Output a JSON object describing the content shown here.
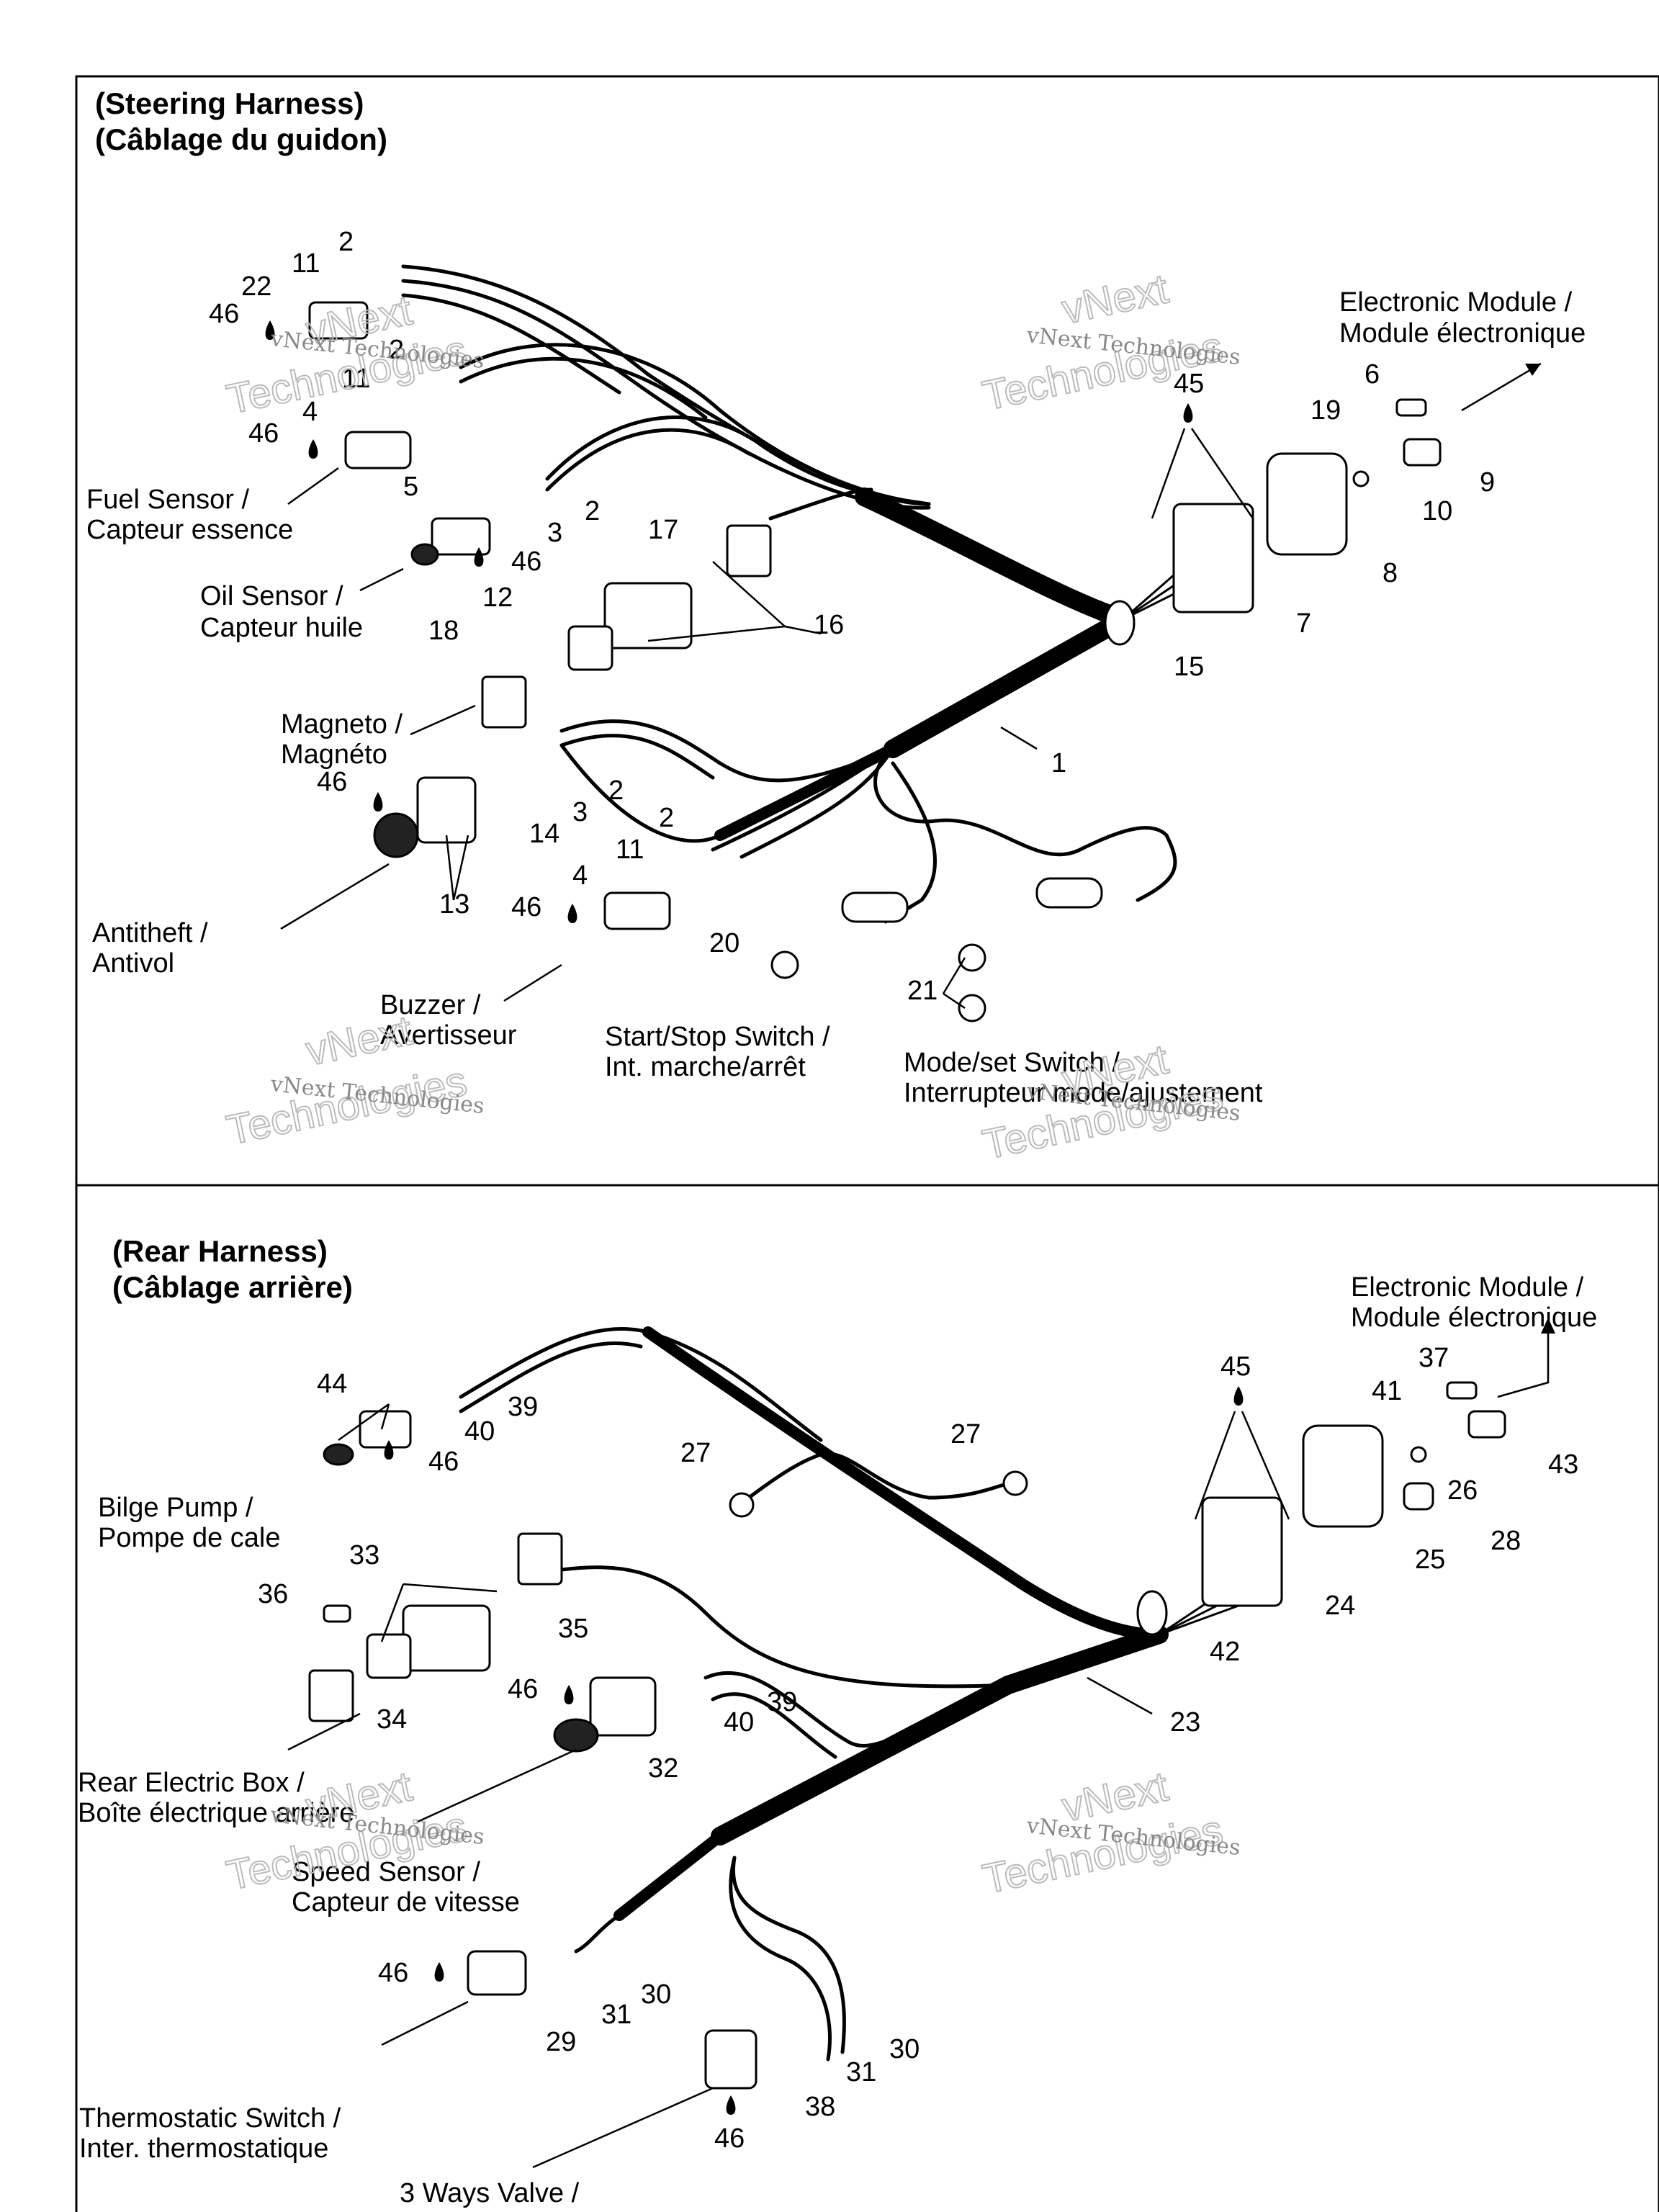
{
  "steering": {
    "title_en": "(Steering Harness)",
    "title_fr": "(Câblage du guidon)",
    "callouts": {
      "n2a": "2",
      "n11a": "11",
      "n22": "22",
      "n46a": "46",
      "n2b": "2",
      "n11b": "11",
      "n4a": "4",
      "n46b": "46",
      "n5": "5",
      "n2c": "2",
      "n3a": "3",
      "n46c": "46",
      "n17": "17",
      "n12": "12",
      "n18": "18",
      "n16": "16",
      "n45": "45",
      "n6": "6",
      "n19": "19",
      "n9": "9",
      "n10": "10",
      "n8": "8",
      "n7": "7",
      "n15": "15",
      "n1": "1",
      "n2d": "2",
      "n3b": "3",
      "n46d": "46",
      "n14": "14",
      "n13": "13",
      "n2e": "2",
      "n11c": "11",
      "n4b": "4",
      "n46e": "46",
      "n20": "20",
      "n21": "21"
    },
    "labels": {
      "electronic_module_en": "Electronic Module /",
      "electronic_module_fr": "Module électronique",
      "fuel_sensor_en": "Fuel Sensor /",
      "fuel_sensor_fr": "Capteur essence",
      "oil_sensor_en": "Oil Sensor /",
      "oil_sensor_fr": "Capteur huile",
      "magneto_en": "Magneto /",
      "magneto_fr": "Magnéto",
      "antitheft_en": "Antitheft /",
      "antitheft_fr": "Antivol",
      "buzzer_en": "Buzzer /",
      "buzzer_fr": "Avertisseur",
      "startstop_en": "Start/Stop Switch /",
      "startstop_fr": "Int. marche/arrêt",
      "modeset_en": "Mode/set Switch /",
      "modeset_fr": "Interrupteur mode/ajustement"
    }
  },
  "rear": {
    "title_en": "(Rear Harness)",
    "title_fr": "(Câblage arrière)",
    "callouts": {
      "n44": "44",
      "n40a": "40",
      "n39a": "39",
      "n46a": "46",
      "n27a": "27",
      "n27b": "27",
      "n37": "37",
      "n41": "41",
      "n45": "45",
      "n43": "43",
      "n26": "26",
      "n28": "28",
      "n25": "25",
      "n24": "24",
      "n33": "33",
      "n36": "36",
      "n35": "35",
      "n42": "42",
      "n46b": "46",
      "n39b": "39",
      "n40b": "40",
      "n34": "34",
      "n32": "32",
      "n23": "23",
      "n46c": "46",
      "n30a": "30",
      "n31a": "31",
      "n29": "29",
      "n30b": "30",
      "n31b": "31",
      "n38": "38",
      "n46d": "46"
    },
    "labels": {
      "electronic_module_en": "Electronic Module /",
      "electronic_module_fr": "Module électronique",
      "bilge_en": "Bilge Pump /",
      "bilge_fr": "Pompe de cale",
      "rear_box_en": "Rear Electric Box /",
      "rear_box_fr": "Boîte électrique arrière",
      "speed_en": "Speed Sensor /",
      "speed_fr": "Capteur de vitesse",
      "thermo_en": "Thermostatic Switch /",
      "thermo_fr": "Inter. thermostatique",
      "valve_en": "3 Ways Valve /"
    }
  },
  "watermark": {
    "company": "vNext Technologies",
    "big_line1": "vNext",
    "big_line2": "Technologies"
  }
}
